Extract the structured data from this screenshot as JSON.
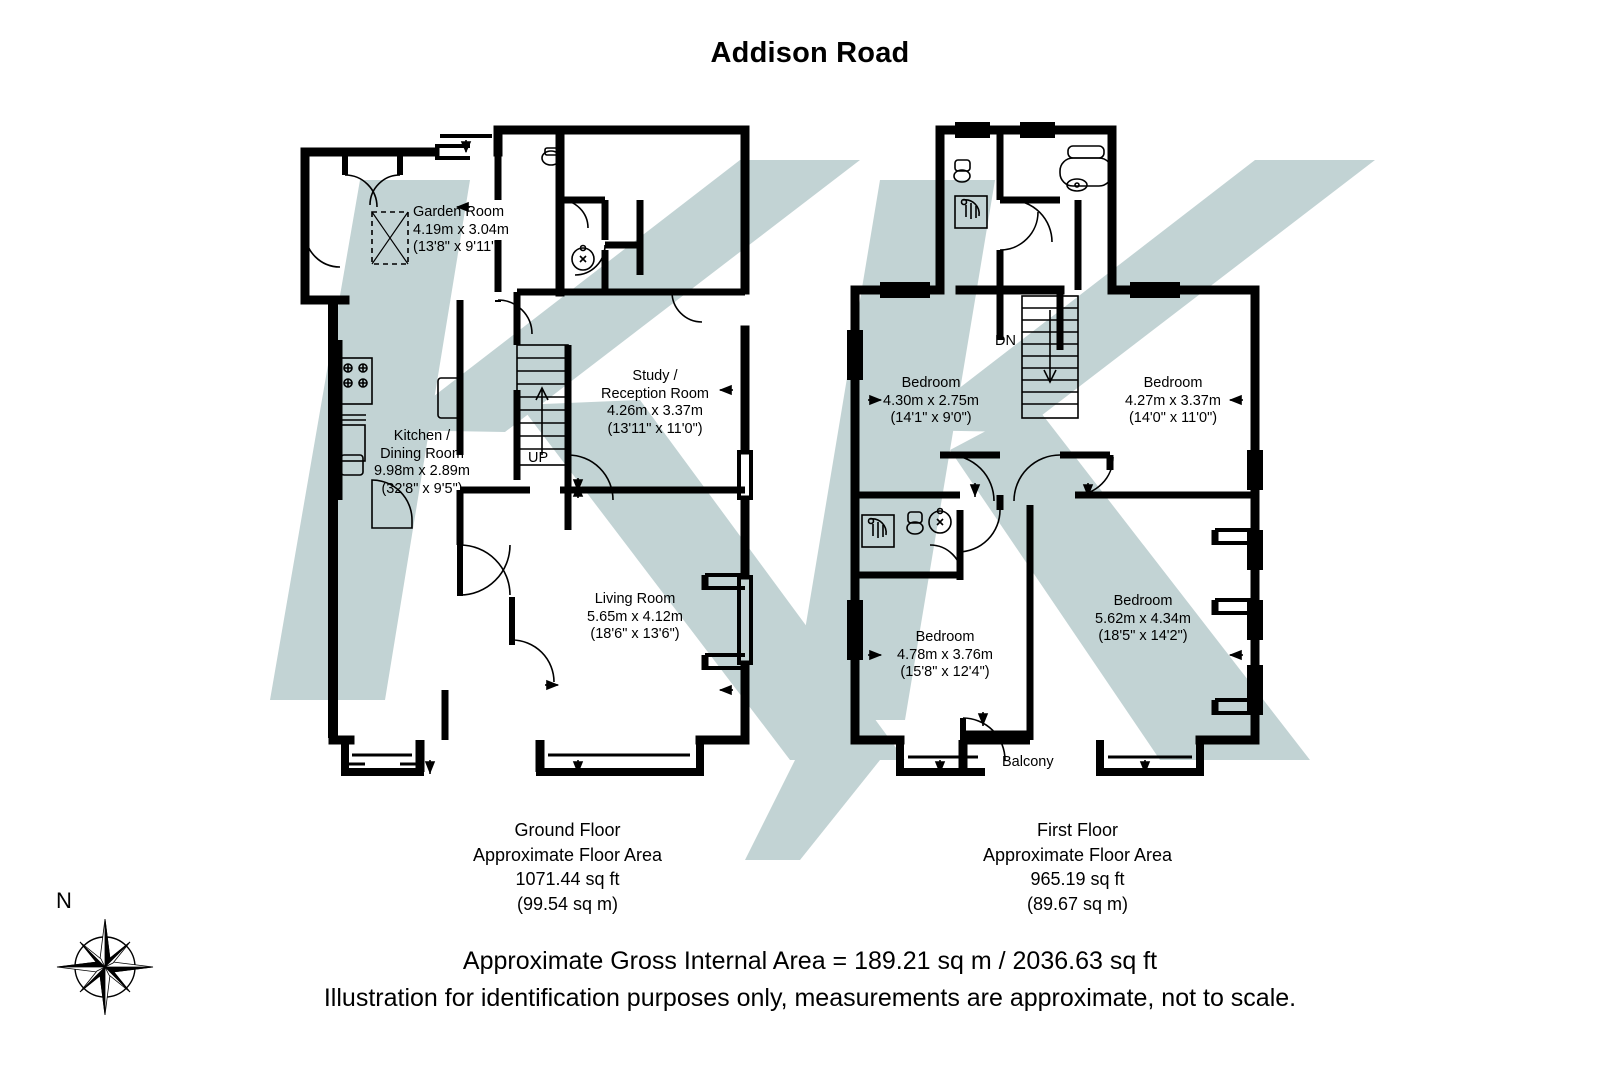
{
  "title": "Addison Road",
  "ground_floor": {
    "caption": {
      "name": "Ground Floor",
      "line2": "Approximate Floor Area",
      "sqft": "1071.44 sq ft",
      "sqm": "(99.54 sq m)"
    },
    "rooms": [
      {
        "name": "Garden Room",
        "metric": "4.19m x 3.04m",
        "imperial": "(13'8\" x 9'11\")"
      },
      {
        "name": "Study /",
        "name2": "Reception Room",
        "metric": "4.26m x 3.37m",
        "imperial": "(13'11\" x 11'0\")"
      },
      {
        "name": "Kitchen /",
        "name2": "Dining Room",
        "metric": "9.98m x 2.89m",
        "imperial": "(32'8\" x 9'5\")"
      },
      {
        "name": "Living Room",
        "metric": "5.65m x 4.12m",
        "imperial": "(18'6\" x 13'6\")"
      }
    ],
    "stair_label": "UP"
  },
  "first_floor": {
    "caption": {
      "name": "First Floor",
      "line2": "Approximate Floor Area",
      "sqft": "965.19 sq ft",
      "sqm": "(89.67 sq m)"
    },
    "rooms": [
      {
        "name": "Bedroom",
        "metric": "4.30m x 2.75m",
        "imperial": "(14'1\" x 9'0\")"
      },
      {
        "name": "Bedroom",
        "metric": "4.27m x 3.37m",
        "imperial": "(14'0\" x 11'0\")"
      },
      {
        "name": "Bedroom",
        "metric": "5.62m x 4.34m",
        "imperial": "(18'5\" x 14'2\")"
      },
      {
        "name": "Bedroom",
        "metric": "4.78m x 3.76m",
        "imperial": "(15'8\" x 12'4\")"
      }
    ],
    "stair_label": "DN",
    "balcony_label": "Balcony"
  },
  "footer": {
    "line1": "Approximate Gross Internal Area = 189.21 sq m / 2036.63 sq ft",
    "line2": "Illustration for identification purposes only, measurements are approximate, not to scale."
  },
  "compass": {
    "north_letter": "N"
  },
  "colors": {
    "wall": "#000000",
    "watermark": "#c2d3d4",
    "background": "#ffffff",
    "text": "#000000"
  }
}
